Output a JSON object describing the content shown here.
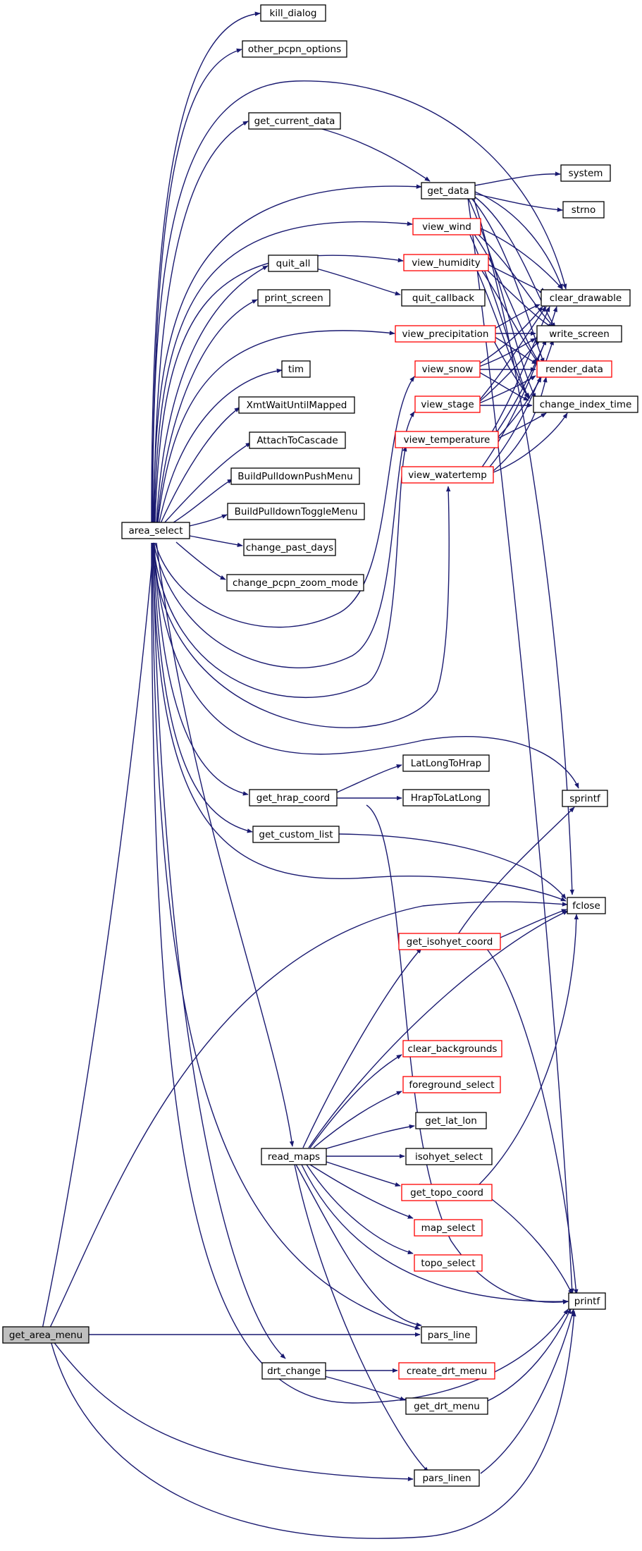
{
  "colors": {
    "edge": "#191970",
    "node_border": "#000000",
    "node_border_red": "#ff0000",
    "root_fill": "#bfbfbf"
  },
  "nodes": {
    "kill_dialog": "kill_dialog",
    "other_pcpn_options": "other_pcpn_options",
    "get_current_data": "get_current_data",
    "get_data": "get_data",
    "system": "system",
    "strno": "strno",
    "view_wind": "view_wind",
    "view_humidity": "view_humidity",
    "quit_all": "quit_all",
    "quit_callback": "quit_callback",
    "clear_drawable": "clear_drawable",
    "print_screen": "print_screen",
    "view_precipitation": "view_precipitation",
    "write_screen": "write_screen",
    "render_data": "render_data",
    "view_snow": "view_snow",
    "tim": "tim",
    "view_stage": "view_stage",
    "change_index_time": "change_index_time",
    "XmtWaitUntilMapped": "XmtWaitUntilMapped",
    "view_temperature": "view_temperature",
    "AttachToCascade": "AttachToCascade",
    "view_watertemp": "view_watertemp",
    "BuildPulldownPushMenu": "BuildPulldownPushMenu",
    "BuildPulldownToggleMenu": "BuildPulldownToggleMenu",
    "area_select": "area_select",
    "change_past_days": "change_past_days",
    "change_pcpn_zoom_mode": "change_pcpn_zoom_mode",
    "LatLongToHrap": "LatLongToHrap",
    "get_hrap_coord": "get_hrap_coord",
    "HrapToLatLong": "HrapToLatLong",
    "sprintf": "sprintf",
    "get_custom_list": "get_custom_list",
    "fclose": "fclose",
    "get_isohyet_coord": "get_isohyet_coord",
    "clear_backgrounds": "clear_backgrounds",
    "foreground_select": "foreground_select",
    "get_lat_lon": "get_lat_lon",
    "read_maps": "read_maps",
    "isohyet_select": "isohyet_select",
    "get_topo_coord": "get_topo_coord",
    "map_select": "map_select",
    "topo_select": "topo_select",
    "printf": "printf",
    "get_area_menu": "get_area_menu",
    "pars_line": "pars_line",
    "drt_change": "drt_change",
    "create_drt_menu": "create_drt_menu",
    "get_drt_menu": "get_drt_menu",
    "pars_linen": "pars_linen"
  }
}
